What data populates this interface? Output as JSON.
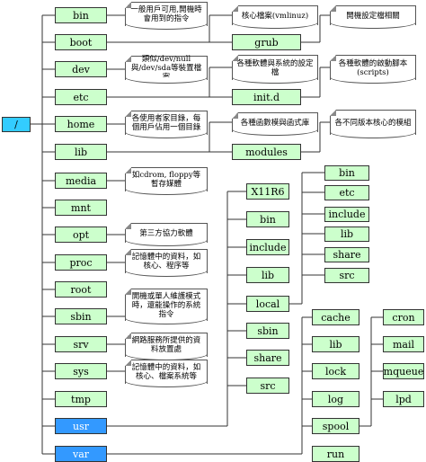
{
  "root": "/",
  "dirs": {
    "bin": "bin",
    "boot": "boot",
    "dev": "dev",
    "etc": "etc",
    "home": "home",
    "lib": "lib",
    "media": "media",
    "mnt": "mnt",
    "opt": "opt",
    "proc": "proc",
    "root": "root",
    "sbin": "sbin",
    "srv": "srv",
    "sys": "sys",
    "tmp": "tmp",
    "usr": "usr",
    "var": "var"
  },
  "boot_children": {
    "grub": "grub"
  },
  "etc_children": {
    "initd": "init.d"
  },
  "lib_children": {
    "modules": "modules"
  },
  "usr_children": {
    "x11r6": "X11R6",
    "bin": "bin",
    "include": "include",
    "lib": "lib",
    "local": "local",
    "sbin": "sbin",
    "share": "share",
    "src": "src"
  },
  "local_children": {
    "bin": "bin",
    "etc": "etc",
    "include": "include",
    "lib": "lib",
    "share": "share",
    "src": "src"
  },
  "var_children": {
    "cache": "cache",
    "lib": "lib",
    "lock": "lock",
    "log": "log",
    "spool": "spool",
    "run": "run"
  },
  "spool_children": {
    "cron": "cron",
    "mail": "mail",
    "mqueue": "mqueue",
    "lpd": "lpd"
  },
  "notes": {
    "bin": "一般用戶可用,開機時會用到的指令",
    "boot_kernel": "核心檔案(vmlinuz)",
    "grub": "開機設定檔相關",
    "dev": "類似/dev/null與/dev/sda等裝置檔案",
    "etc": "各種軟體與系統的設定檔",
    "initd": "各種軟體的啟動腳本(scripts)",
    "home": "各使用者家目錄，每個用戶佔用一個目錄",
    "lib": "各種函數模與函式庫",
    "modules": "各不同版本核心的模組",
    "media": "如cdrom, floppy等暫存媒體",
    "opt": "第三方協力軟體",
    "proc": "記憶體中的資料，如核心、程序等",
    "sbin": "開機或單人維護模式時，還能操作的系統指令",
    "srv": "網路服務所提供的資料放置處",
    "sys": "記憶體中的資料，如核心、檔案系統等"
  },
  "colors": {
    "dir_fill": "#ccffcc",
    "highlight_fill": "#3399ff",
    "root_fill": "#33ccff",
    "line": "#333333"
  }
}
